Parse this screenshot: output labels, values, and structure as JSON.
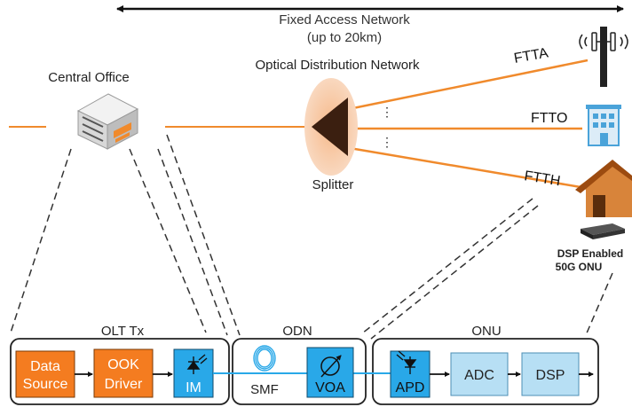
{
  "header": {
    "line1": "Fixed Access Network",
    "line2": "(up to 20km)"
  },
  "labels": {
    "central_office": "Central Office",
    "odn_title": "Optical Distribution Network",
    "splitter": "Splitter",
    "ellipsis": "⋮",
    "onu_caption_1": "DSP Enabled",
    "onu_caption_2": "50G ONU"
  },
  "branches": {
    "ftta": "FTTA",
    "ftto": "FTTO",
    "ftth": "FTTH"
  },
  "blocks": {
    "olt_title": "OLT Tx",
    "odn_title": "ODN",
    "onu_title": "ONU",
    "data_source_1": "Data",
    "data_source_2": "Source",
    "ook_driver_1": "OOK",
    "ook_driver_2": "Driver",
    "im": "IM",
    "smf": "SMF",
    "voa": "VOA",
    "apd": "APD",
    "adc": "ADC",
    "dsp": "DSP"
  },
  "colors": {
    "fiber": "#f08a2c",
    "orange_block": "#f47c20",
    "blue_block": "#29a8e8",
    "light_blue_block": "#b7dff4",
    "splitter_glow": "#f7c9a6",
    "splitter": "#3b1f10",
    "house": "#c86a1e",
    "building": "#4aa3d9"
  }
}
